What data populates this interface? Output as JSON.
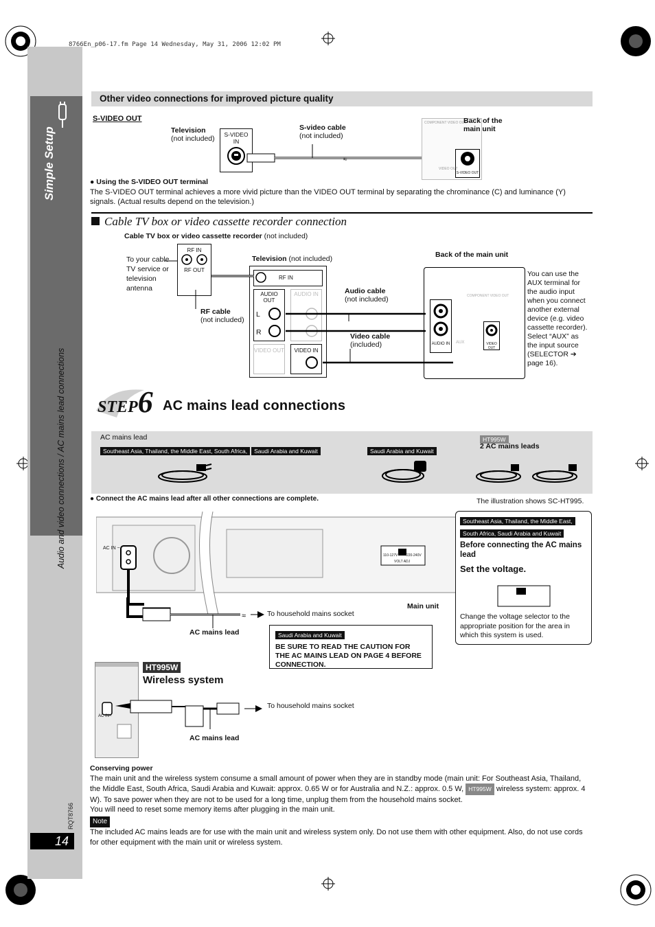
{
  "file_header": "8766En_p06-17.fm  Page 14  Wednesday, May 31, 2006  12:02 PM",
  "sidebar": {
    "section": "Simple Setup",
    "chapter": "Audio and video connections / AC mains lead connections",
    "doc_code": "RQT8766",
    "page_number": "14"
  },
  "video_section": {
    "title": "Other video connections for improved picture quality",
    "svideo_heading": "S-VIDEO OUT",
    "tv_label": "Television",
    "tv_note": "(not included)",
    "svideo_in": "S-VIDEO IN",
    "cable_label": "S-video cable",
    "cable_note": "(not included)",
    "back_label": "Back of the main unit",
    "comp_label": "COMPONENT VIDEO OUT",
    "video_out_small": "VIDEO OUT",
    "svideo_out_small": "S-VIDEO OUT",
    "using_title": "Using the S-VIDEO OUT terminal",
    "using_text": "The S-VIDEO OUT terminal achieves a more vivid picture than the VIDEO OUT terminal by separating the chrominance (C) and luminance (Y) signals. (Actual results depend on the television.)"
  },
  "cable_section": {
    "title": "Cable TV box or video cassette recorder connection",
    "device_label": "Cable TV box or video cassette recorder",
    "device_note": "(not included)",
    "rf_in": "RF IN",
    "rf_out": "RF OUT",
    "antenna_note": "To your cable TV service or television antenna",
    "rf_cable": "RF cable",
    "rf_cable_note": "(not included)",
    "television": "Television",
    "television_note": "(not included)",
    "tv_rf_in": "RF IN",
    "audio_out": "AUDIO OUT",
    "audio_in": "AUDIO IN",
    "video_out": "VIDEO OUT",
    "video_in": "VIDEO IN",
    "l": "L",
    "r": "R",
    "audio_cable": "Audio cable",
    "audio_cable_note": "(not included)",
    "video_cable": "Video cable",
    "video_cable_note": "(included)",
    "back_label": "Back of the main unit",
    "aux_label": "AUX",
    "aux_note": "You can use the AUX terminal for the audio input when you connect another external device (e.g. video cassette recorder). Select “AUX” as the input source (SELECTOR ➔ page 16)."
  },
  "step": {
    "word": "STEP",
    "number": "6",
    "title": "AC mains lead connections"
  },
  "ac_panel": {
    "lead_label": "AC mains lead",
    "region1": "Southeast Asia, Thailand, the Middle East, South Africa,",
    "region2": "Saudi Arabia and Kuwait",
    "region3": "Saudi Arabia and Kuwait",
    "ht_tag": "HT995W",
    "two_leads": "2 AC mains leads"
  },
  "connect_note": "Connect the AC mains lead after all other connections are complete.",
  "illustration_note": "The illustration shows SC-HT995.",
  "main_diagram": {
    "ac_in": "AC IN ~",
    "to_socket": "To household mains socket",
    "ac_mains_lead": "AC mains lead",
    "main_unit": "Main unit",
    "volt_left": "110-127V",
    "volt_right": "220-240V",
    "volt_adj": "VOLT ADJ"
  },
  "voltage_box": {
    "region1": "Southeast Asia, Thailand, the Middle East,",
    "region2": "South Africa, Saudi Arabia and Kuwait",
    "before": "Before connecting the AC mains lead",
    "set": "Set the voltage.",
    "change": "Change the voltage selector to the appropriate position for the area in which this system is used."
  },
  "caution_box": {
    "tag": "Saudi Arabia and Kuwait",
    "text": "BE SURE TO READ THE CAUTION FOR THE AC MAINS LEAD ON PAGE 4 BEFORE CONNECTION."
  },
  "wireless": {
    "tag": "HT995W",
    "title": "Wireless system",
    "to_socket": "To household mains socket",
    "ac_mains_lead": "AC mains lead",
    "ac_in": "AC IN~"
  },
  "conserving": {
    "title": "Conserving power",
    "text1": "The main unit and the wireless system consume a small amount of power when they are in standby mode (main unit: For Southeast Asia, Thailand, the Middle East, South Africa, Saudi Arabia and Kuwait: approx. 0.65 W or for Australia and N.Z.: approx. 0.5 W,",
    "tag": "HT995W",
    "text2": "wireless system: approx. 4 W). To save power when they are not to be used for a long time, unplug them from the household mains socket.",
    "text3": "You will need to reset some memory items after plugging in the main unit."
  },
  "note": {
    "tag": "Note",
    "text": "The included AC mains leads are for use with the main unit and wireless system only. Do not use them with other equipment. Also, do not use cords for other equipment with the main unit or wireless system."
  }
}
